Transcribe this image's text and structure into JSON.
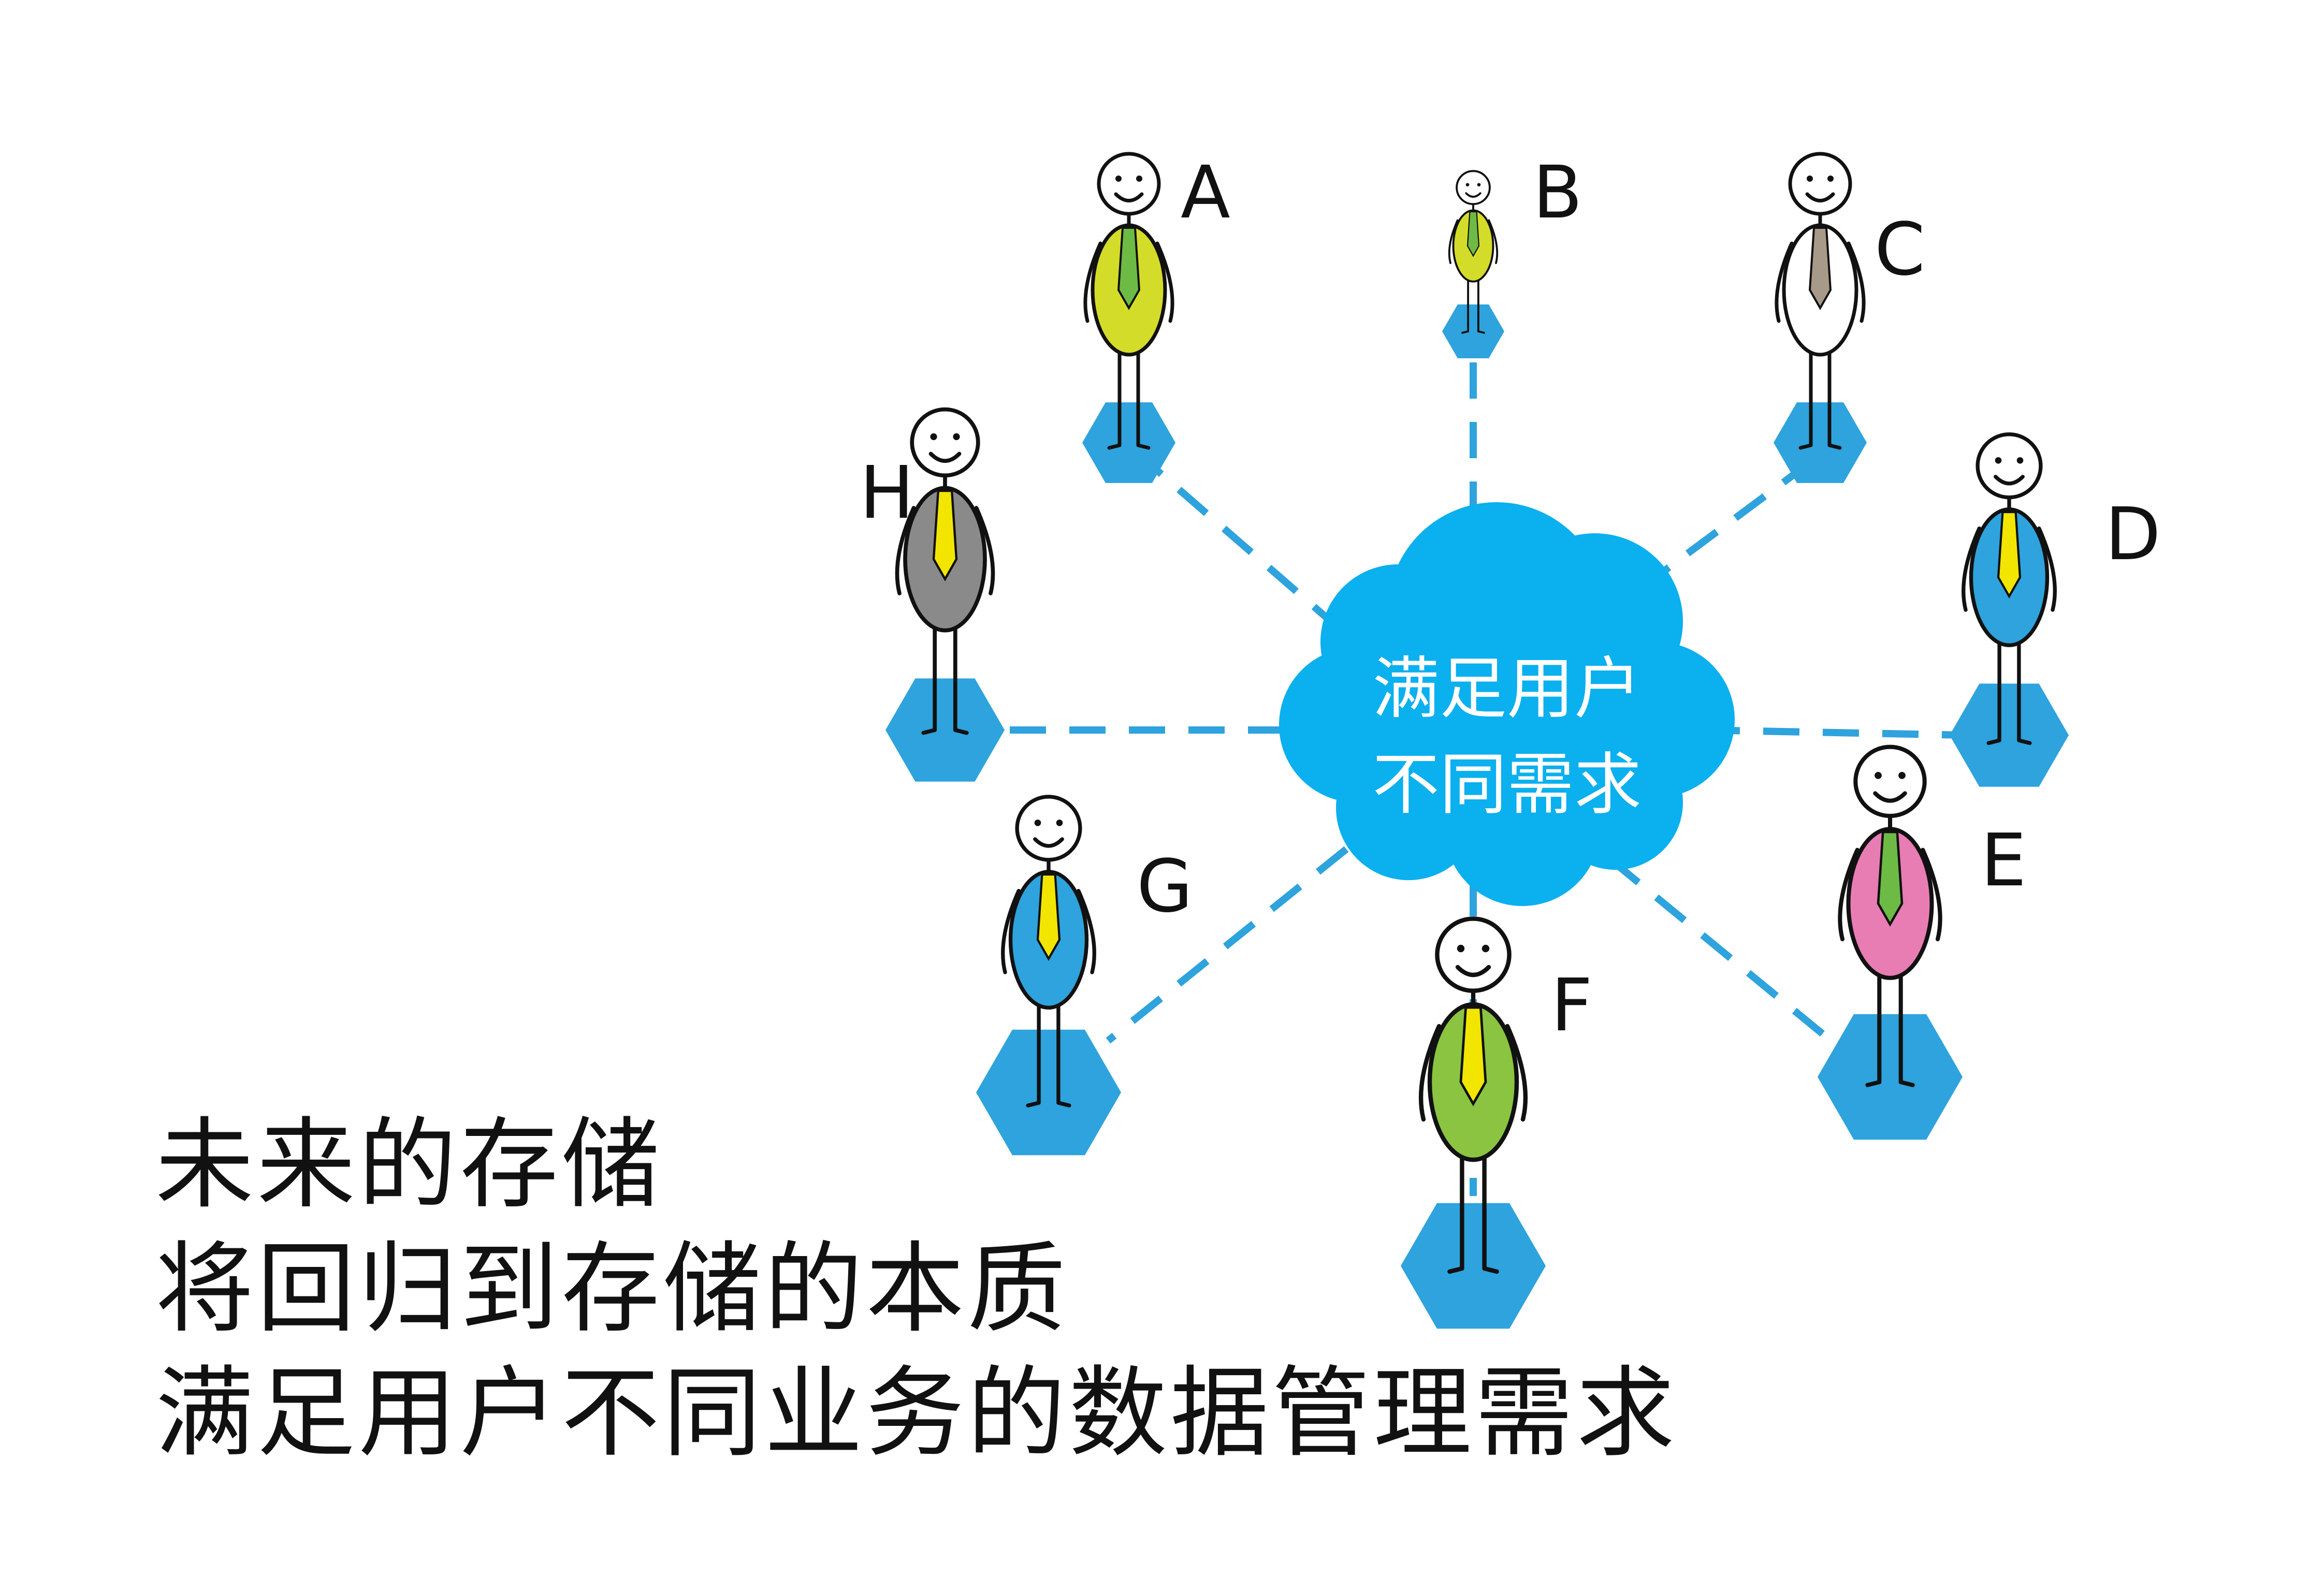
{
  "center": {
    "line1": "满足用户",
    "line2": "不同需求"
  },
  "users": [
    {
      "label": "A",
      "body": "#d4dc2a",
      "tie": "#6dbb45"
    },
    {
      "label": "B",
      "body": "#d4dc2a",
      "tie": "#6dbb45"
    },
    {
      "label": "C",
      "body": "#ffffff",
      "tie": "#a89a88"
    },
    {
      "label": "D",
      "body": "#2ea3dd",
      "tie": "#f2e600"
    },
    {
      "label": "E",
      "body": "#e87db3",
      "tie": "#6dbb45"
    },
    {
      "label": "F",
      "body": "#8bc440",
      "tie": "#f2e600"
    },
    {
      "label": "G",
      "body": "#2ea3dd",
      "tie": "#f2e600"
    },
    {
      "label": "H",
      "body": "#8a8a8a",
      "tie": "#f2e600"
    }
  ],
  "caption": {
    "line1": "未来的存储",
    "line2": "将回归到存储的本质",
    "line3": "满足用户不同业务的数据管理需求"
  },
  "colors": {
    "hexagon": "#2ea3dd",
    "cloud": "#0bb0ee",
    "line": "#2ea3dd",
    "text": "#111111"
  }
}
